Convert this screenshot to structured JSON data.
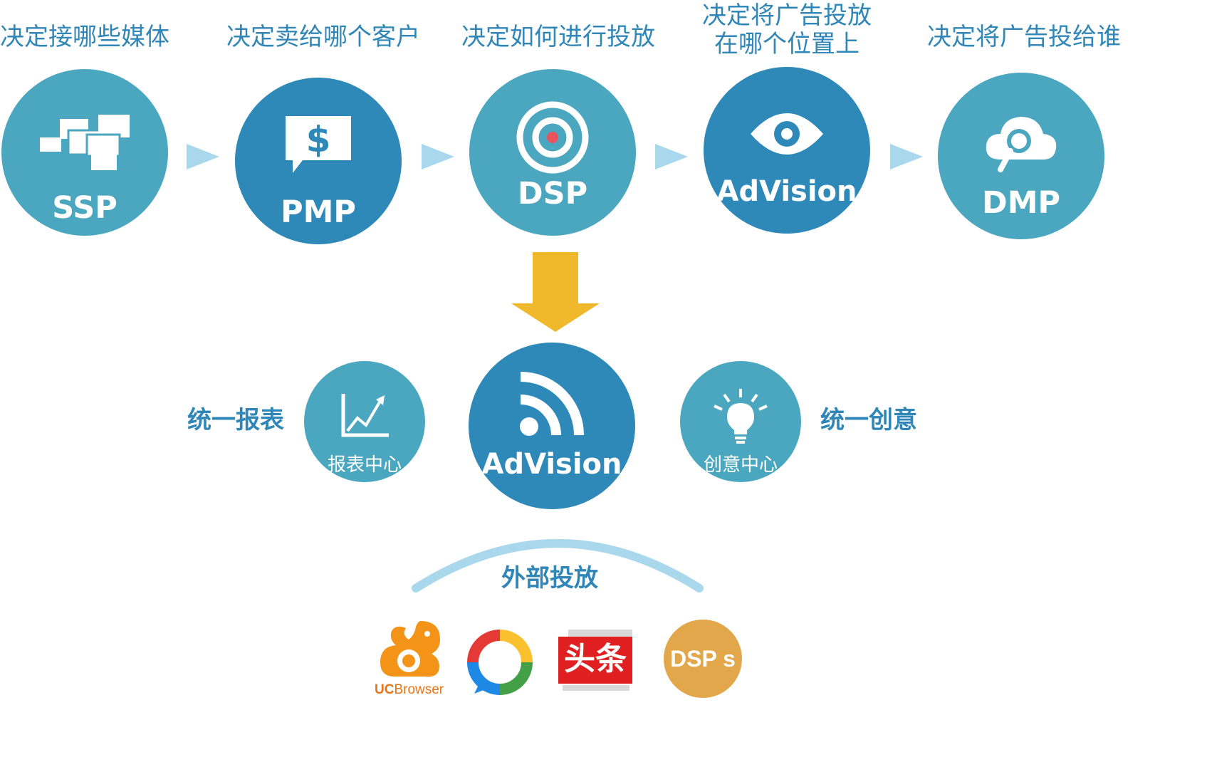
{
  "colors": {
    "teal": "#4ba7bf",
    "blue": "#2e89b9",
    "caption_blue": "#2f86b7",
    "arrow_light": "#a9d8ec",
    "down_arrow": "#f0b92b",
    "dsps_orange": "#e2a74a"
  },
  "pipeline": [
    {
      "caption": "决定接哪些媒体",
      "label": "SSP",
      "icon": "screens-icon"
    },
    {
      "caption": "决定卖给哪个客户",
      "label": "PMP",
      "icon": "dollar-bubble-icon"
    },
    {
      "caption": "决定如何进行投放",
      "label": "DSP",
      "icon": "target-icon"
    },
    {
      "caption_line1": "决定将广告投放",
      "caption_line2": "在哪个位置上",
      "label": "AdVision",
      "icon": "eye-icon"
    },
    {
      "caption": "决定将广告投给谁",
      "label": "DMP",
      "icon": "cloud-search-icon"
    }
  ],
  "hub": {
    "label": "AdVision",
    "icon": "rss-icon"
  },
  "left": {
    "title": "统一报表",
    "node_label": "报表中心",
    "icon": "line-chart-icon"
  },
  "right": {
    "title": "统一创意",
    "node_label": "创意中心",
    "icon": "lightbulb-icon"
  },
  "external": {
    "title": "外部投放",
    "logos": [
      {
        "name": "uc-browser",
        "text_uc": "UC",
        "text_browser": "Browser"
      },
      {
        "name": "qq-ring"
      },
      {
        "name": "toutiao",
        "text": "头条"
      },
      {
        "name": "dsps",
        "text": "DSP s"
      }
    ]
  }
}
